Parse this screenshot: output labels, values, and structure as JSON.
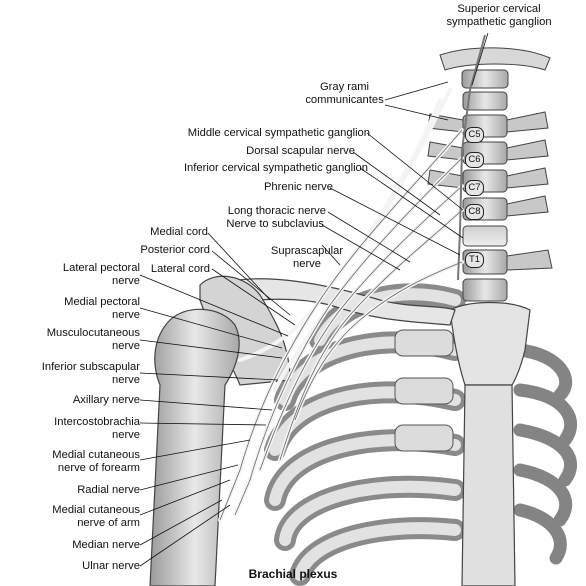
{
  "caption": "Brachial plexus",
  "vertebrae": [
    "C5",
    "C6",
    "C7",
    "C8",
    "T1"
  ],
  "labels": {
    "superior_cervical": [
      "Superior cervical",
      "sympathetic ganglion"
    ],
    "gray_rami": [
      "Gray rami",
      "communicantes"
    ],
    "middle_cervical": "Middle cervical sympathetic ganglion",
    "dorsal_scapular": "Dorsal scapular nerve",
    "inferior_cervical": "Inferior cervical sympathetic ganglion",
    "phrenic": "Phrenic nerve",
    "long_thoracic": "Long thoracic nerve",
    "nerve_subclavius": "Nerve to subclavius",
    "suprascapular": [
      "Suprascapular",
      "nerve"
    ],
    "medial_cord": "Medial cord",
    "posterior_cord": "Posterior cord",
    "lateral_cord": "Lateral cord",
    "lateral_pectoral": [
      "Lateral pectoral",
      "nerve"
    ],
    "medial_pectoral": [
      "Medial pectoral",
      "nerve"
    ],
    "musculocutaneous": [
      "Musculocutaneous",
      "nerve"
    ],
    "inferior_subscapular": [
      "Inferior subscapular",
      "nerve"
    ],
    "axillary": "Axillary nerve",
    "intercostobrachial": [
      "Intercostobrachia",
      "nerve"
    ],
    "medial_cutaneous_forearm": [
      "Medial cutaneous",
      "nerve of forearm"
    ],
    "radial": "Radial nerve",
    "medial_cutaneous_arm": [
      "Medial cutaneous",
      "nerve of arm"
    ],
    "median": "Median nerve",
    "ulnar": "Ulnar nerve"
  }
}
